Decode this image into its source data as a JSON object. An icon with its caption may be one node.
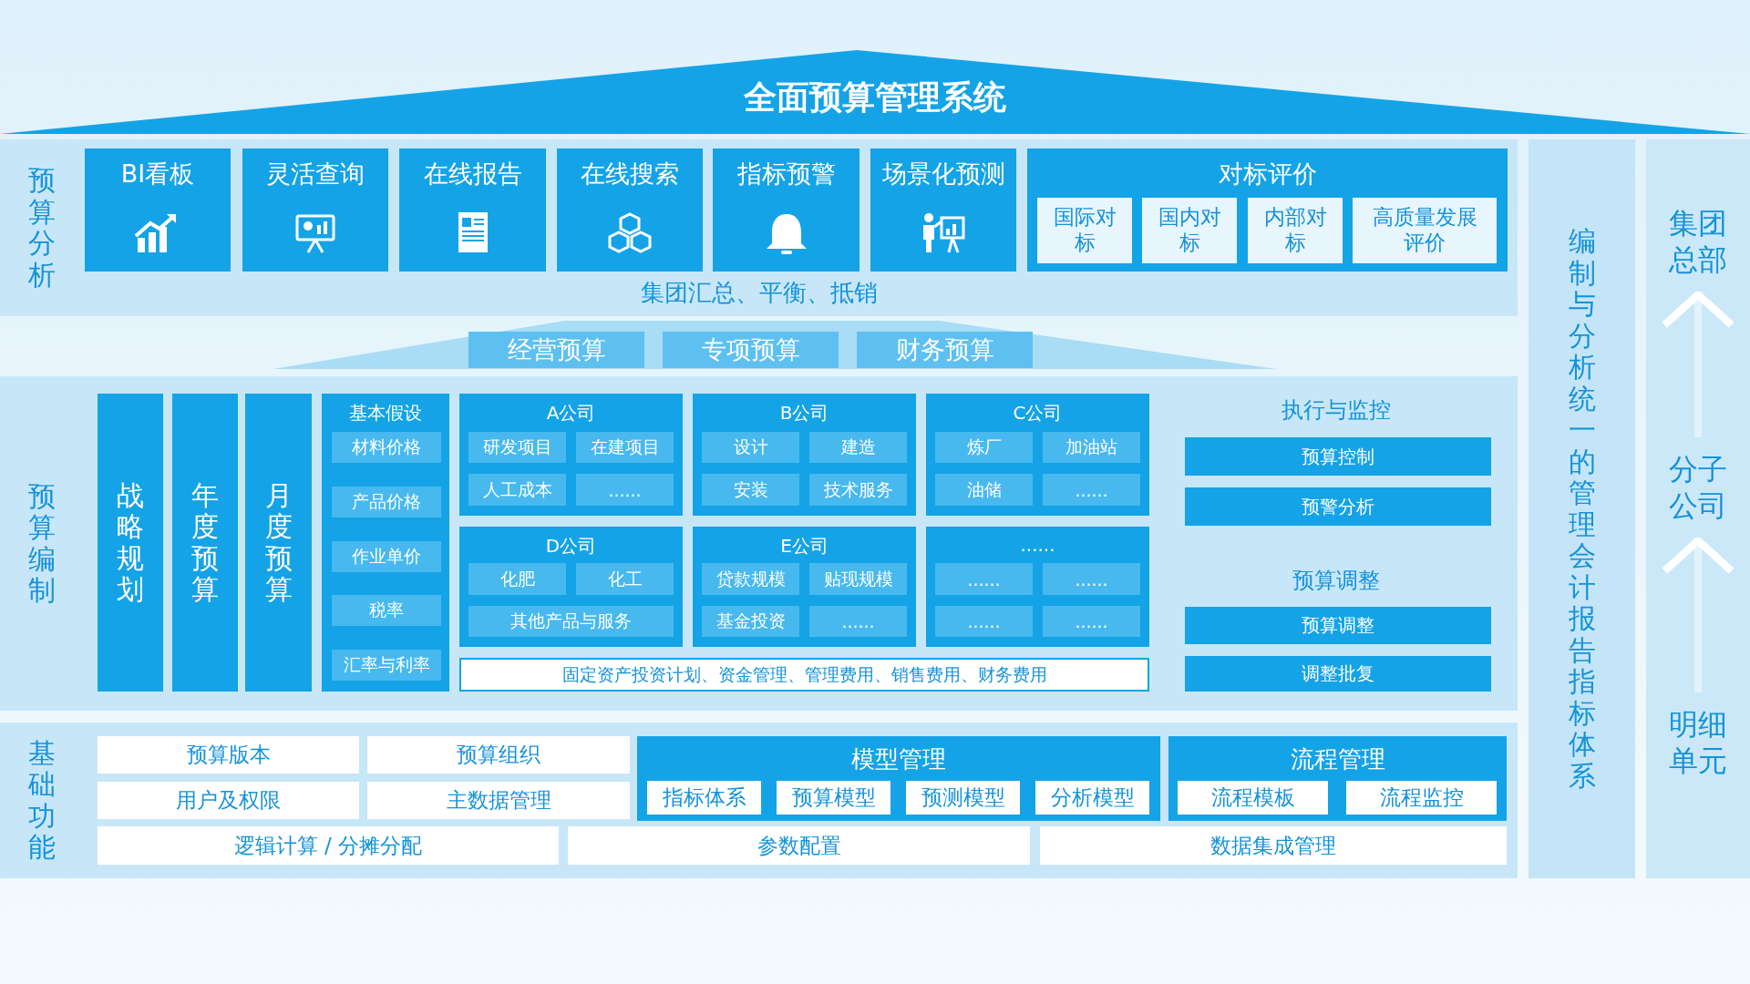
{
  "diagram": {
    "nodes": [
      {
        "text": [
          "全面预算管理系统"
        ]
      },
      {
        "text": [
          "预算分析",
          "集团汇总、平衡、抵销"
        ]
      },
      {
        "text": [
          "BI看板"
        ],
        "in": 1
      },
      {
        "text": [
          "灵活查询"
        ],
        "in": 1
      },
      {
        "text": [
          "在线报告"
        ],
        "in": 1
      },
      {
        "text": [
          "在线搜索"
        ],
        "in": 1
      },
      {
        "text": [
          "指标预警"
        ],
        "in": 1
      },
      {
        "text": [
          "场景化预测"
        ],
        "in": 1
      },
      {
        "text": [
          "对标评价"
        ],
        "in": 1
      },
      {
        "text": [
          "国际对标"
        ],
        "in": 8
      },
      {
        "text": [
          "国内对标"
        ],
        "in": 8
      },
      {
        "text": [
          "内部对标"
        ],
        "in": 8
      },
      {
        "text": [
          "高质量发展评价"
        ],
        "in": 8
      },
      {
        "text": [
          "经营预算"
        ]
      },
      {
        "text": [
          "专项预算"
        ]
      },
      {
        "text": [
          "财务预算"
        ]
      },
      {
        "text": [
          "预算编制"
        ]
      },
      {
        "text": [
          "战略规划"
        ],
        "in": 16
      },
      {
        "text": [
          "年度预算"
        ],
        "in": 16
      },
      {
        "text": [
          "月度预算"
        ],
        "in": 16
      },
      {
        "text": [
          "基本假设"
        ],
        "in": 16
      },
      {
        "text": [
          "材料价格"
        ],
        "in": 20
      },
      {
        "text": [
          "产品价格"
        ],
        "in": 20
      },
      {
        "text": [
          "作业单价"
        ],
        "in": 20
      },
      {
        "text": [
          "税率"
        ],
        "in": 20
      },
      {
        "text": [
          "汇率与利率"
        ],
        "in": 20
      },
      {
        "text": [
          "A公司"
        ],
        "in": 16
      },
      {
        "text": [
          "研发项目"
        ],
        "in": 26
      },
      {
        "text": [
          "在建项目"
        ],
        "in": 26
      },
      {
        "text": [
          "人工成本"
        ],
        "in": 26
      },
      {
        "text": [
          "......"
        ],
        "in": 26
      },
      {
        "text": [
          "B公司"
        ],
        "in": 16
      },
      {
        "text": [
          "设计"
        ],
        "in": 31
      },
      {
        "text": [
          "建造"
        ],
        "in": 31
      },
      {
        "text": [
          "安装"
        ],
        "in": 31
      },
      {
        "text": [
          "技术服务"
        ],
        "in": 31
      },
      {
        "text": [
          "C公司"
        ],
        "in": 16
      },
      {
        "text": [
          "炼厂"
        ],
        "in": 36
      },
      {
        "text": [
          "加油站"
        ],
        "in": 36
      },
      {
        "text": [
          "油储"
        ],
        "in": 36
      },
      {
        "text": [
          "......"
        ],
        "in": 36
      },
      {
        "text": [
          "D公司"
        ],
        "in": 16
      },
      {
        "text": [
          "化肥"
        ],
        "in": 41
      },
      {
        "text": [
          "化工"
        ],
        "in": 41
      },
      {
        "text": [
          "其他产品与服务"
        ],
        "in": 41
      },
      {
        "text": [
          "E公司"
        ],
        "in": 16
      },
      {
        "text": [
          "贷款规模"
        ],
        "in": 45
      },
      {
        "text": [
          "贴现规模"
        ],
        "in": 45
      },
      {
        "text": [
          "基金投资"
        ],
        "in": 45
      },
      {
        "text": [
          "......"
        ],
        "in": 45
      },
      {
        "text": [
          "......"
        ],
        "in": 16
      },
      {
        "text": [
          "......"
        ],
        "in": 50
      },
      {
        "text": [
          "......"
        ],
        "in": 50
      },
      {
        "text": [
          "......"
        ],
        "in": 50
      },
      {
        "text": [
          "......"
        ],
        "in": 50
      },
      {
        "text": [
          "固定资产投资计划、资金管理、管理费用、销售费用、财务费用"
        ],
        "in": 16
      },
      {
        "text": [
          "执行与监控"
        ],
        "in": 16
      },
      {
        "text": [
          "预算控制"
        ],
        "in": 56
      },
      {
        "text": [
          "预警分析"
        ],
        "in": 56
      },
      {
        "text": [
          "预算调整"
        ],
        "in": 16
      },
      {
        "text": [
          "预算调整"
        ],
        "in": 59
      },
      {
        "text": [
          "调整批复"
        ],
        "in": 59
      },
      {
        "text": [
          "基础功能"
        ]
      },
      {
        "text": [
          "预算版本"
        ],
        "in": 62
      },
      {
        "text": [
          "预算组织"
        ],
        "in": 62
      },
      {
        "text": [
          "用户及权限"
        ],
        "in": 62
      },
      {
        "text": [
          "主数据管理"
        ],
        "in": 62
      },
      {
        "text": [
          "模型管理"
        ],
        "in": 62
      },
      {
        "text": [
          "指标体系"
        ],
        "in": 67
      },
      {
        "text": [
          "预算模型"
        ],
        "in": 67
      },
      {
        "text": [
          "预测模型"
        ],
        "in": 67
      },
      {
        "text": [
          "分析模型"
        ],
        "in": 67
      },
      {
        "text": [
          "流程管理"
        ],
        "in": 62
      },
      {
        "text": [
          "流程模板"
        ],
        "in": 72
      },
      {
        "text": [
          "流程监控"
        ],
        "in": 72
      },
      {
        "text": [
          "逻辑计算 / 分摊分配"
        ],
        "in": 62
      },
      {
        "text": [
          "参数配置"
        ],
        "in": 62
      },
      {
        "text": [
          "数据集成管理"
        ],
        "in": 62
      },
      {
        "text": [
          "编制与分析统一的管理会计报告指标体系"
        ]
      },
      {
        "text": [
          "集团总部"
        ]
      },
      {
        "text": [
          "分子公司"
        ]
      },
      {
        "text": [
          "明细单元"
        ]
      }
    ],
    "edges": [
      {
        "from": 81,
        "to": 80,
        "arrow": "to"
      },
      {
        "from": 80,
        "to": 79,
        "arrow": "to"
      }
    ]
  }
}
